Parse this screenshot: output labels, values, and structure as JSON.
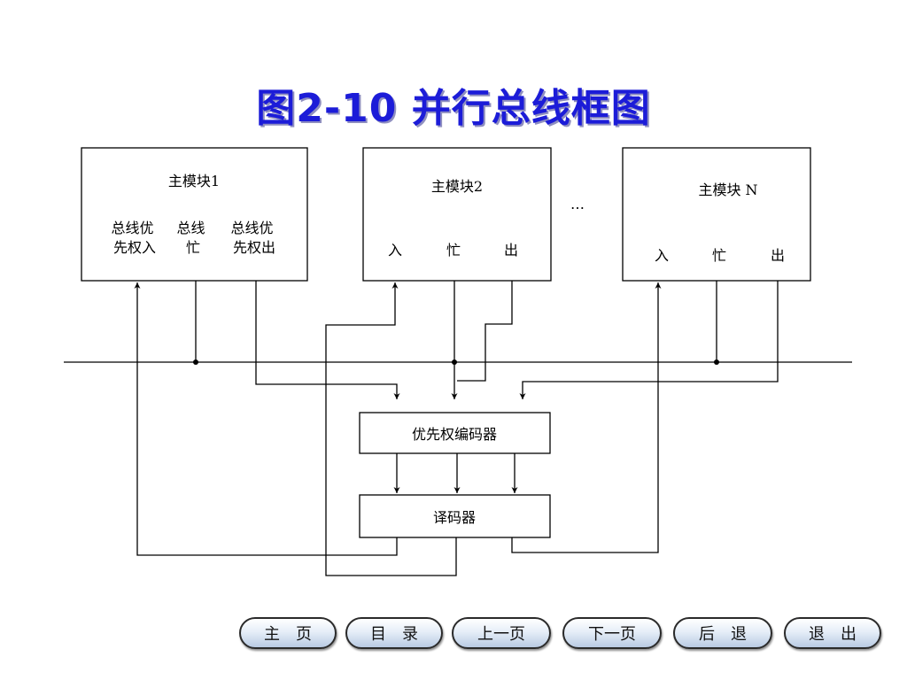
{
  "title": "图2-10 并行总线框图",
  "modules": [
    {
      "name": "主模块1",
      "signals": [
        "总线优\n先权入",
        "总线\n忙",
        "总线优\n先权出"
      ]
    },
    {
      "name": "主模块2",
      "signals": [
        "入",
        "忙",
        "出"
      ]
    },
    {
      "name": "主模块 N",
      "signals": [
        "入",
        "忙",
        "出"
      ]
    }
  ],
  "ellipsis": "…",
  "encoder": "优先权编码器",
  "decoder": "译码器",
  "nav": {
    "home": "主　页",
    "contents": "目　录",
    "prev": "上一页",
    "next": "下一页",
    "back": "后　退",
    "exit": "退　出"
  }
}
